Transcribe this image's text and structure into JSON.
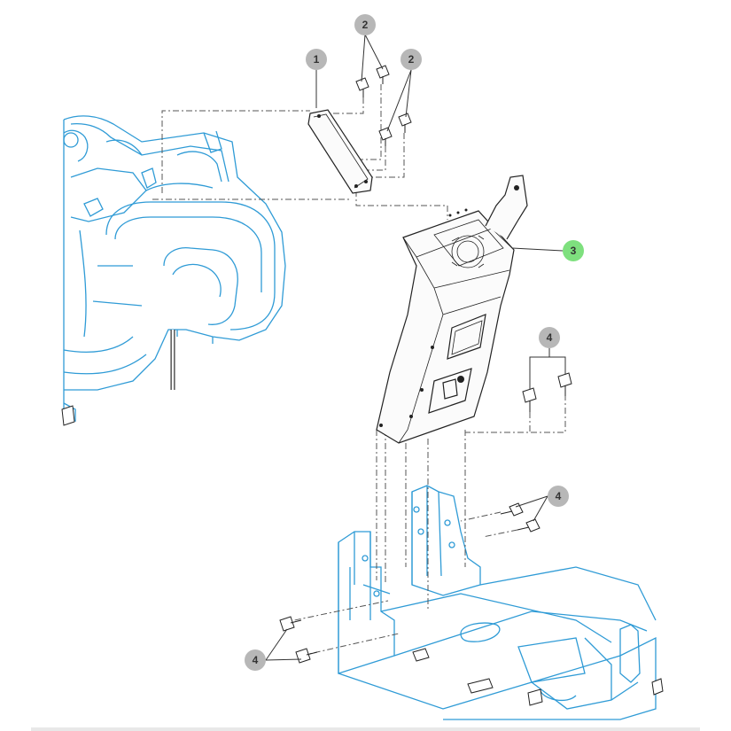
{
  "callouts": [
    {
      "id": "c1",
      "label": "1",
      "highlight": false
    },
    {
      "id": "c2a",
      "label": "2",
      "highlight": false
    },
    {
      "id": "c2b",
      "label": "2",
      "highlight": false
    },
    {
      "id": "c3",
      "label": "3",
      "highlight": true
    },
    {
      "id": "c4a",
      "label": "4",
      "highlight": false
    },
    {
      "id": "c4b",
      "label": "4",
      "highlight": false
    },
    {
      "id": "c4c",
      "label": "4",
      "highlight": false
    }
  ],
  "colors": {
    "callout_default": "#b7b7b7",
    "callout_highlight": "#7ee07e",
    "existing_parts": "#2f9bd6",
    "new_parts": "#222222"
  }
}
